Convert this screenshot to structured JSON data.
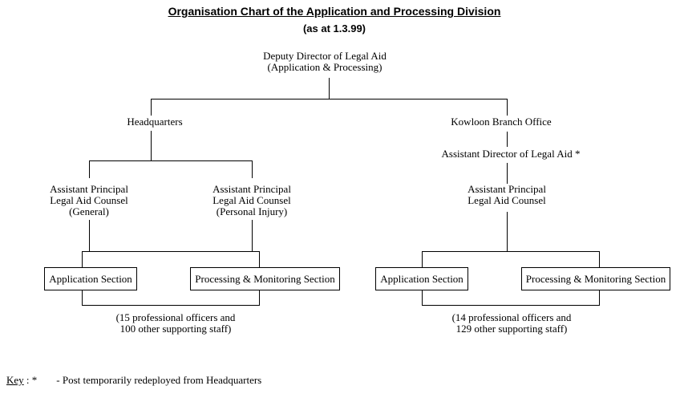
{
  "title": "Organisation Chart of the Application and Processing Division",
  "subtitle": "(as at 1.3.99)",
  "root": {
    "line1": "Deputy Director of Legal Aid",
    "line2": "(Application & Processing)"
  },
  "headquarters": {
    "label": "Headquarters",
    "counsel_general": {
      "line1": "Assistant Principal",
      "line2": "Legal Aid Counsel",
      "line3": "(General)"
    },
    "counsel_personal_injury": {
      "line1": "Assistant Principal",
      "line2": "Legal Aid Counsel",
      "line3": "(Personal Injury)"
    },
    "application_section": "Application Section",
    "processing_section": "Processing & Monitoring Section",
    "staff_note": {
      "line1": "(15 professional officers and",
      "line2": "100 other supporting staff)"
    }
  },
  "kowloon_branch": {
    "label": "Kowloon Branch Office",
    "assistant_director": "Assistant Director of Legal Aid *",
    "counsel": {
      "line1": "Assistant Principal",
      "line2": "Legal Aid Counsel"
    },
    "application_section": "Application Section",
    "processing_section": "Processing & Monitoring Section",
    "staff_note": {
      "line1": "(14 professional officers and",
      "line2": "129 other supporting staff)"
    }
  },
  "key": {
    "label": "Key",
    "symbol": " : *",
    "note": "- Post temporarily redeployed from Headquarters"
  },
  "colors": {
    "ink": "#000000",
    "background": "#ffffff"
  }
}
